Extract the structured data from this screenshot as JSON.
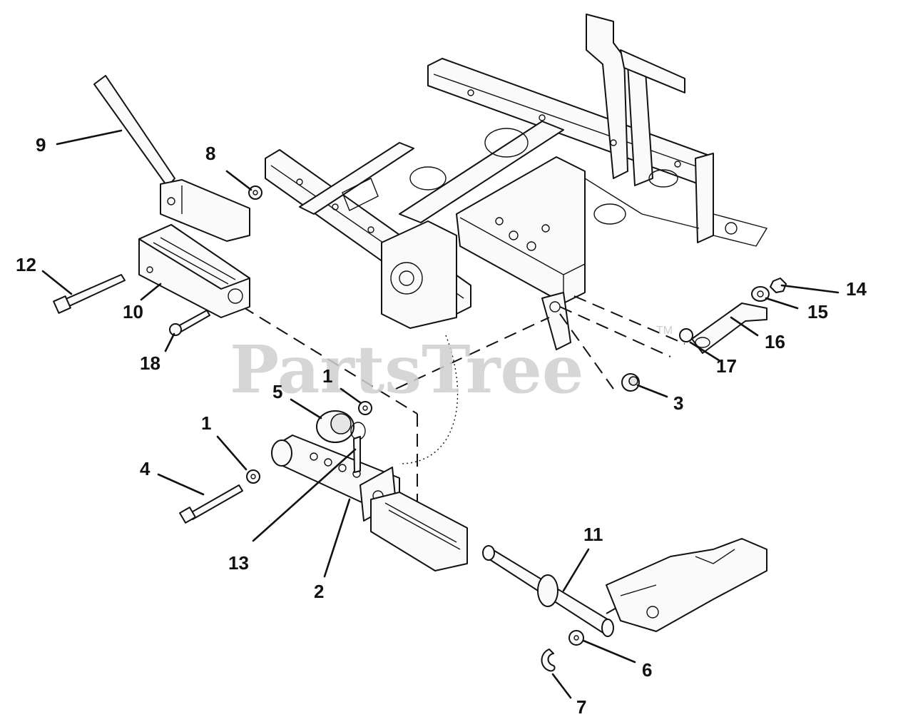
{
  "watermark": {
    "text": "PartsTree",
    "tm": "TM"
  },
  "callouts": [
    {
      "id": "9",
      "label": "9"
    },
    {
      "id": "8",
      "label": "8"
    },
    {
      "id": "12",
      "label": "12"
    },
    {
      "id": "10",
      "label": "10"
    },
    {
      "id": "18",
      "label": "18"
    },
    {
      "id": "1a",
      "label": "1"
    },
    {
      "id": "5",
      "label": "5"
    },
    {
      "id": "1b",
      "label": "1"
    },
    {
      "id": "4",
      "label": "4"
    },
    {
      "id": "13",
      "label": "13"
    },
    {
      "id": "2",
      "label": "2"
    },
    {
      "id": "11",
      "label": "11"
    },
    {
      "id": "6",
      "label": "6"
    },
    {
      "id": "7",
      "label": "7"
    },
    {
      "id": "3",
      "label": "3"
    },
    {
      "id": "17",
      "label": "17"
    },
    {
      "id": "16",
      "label": "16"
    },
    {
      "id": "15",
      "label": "15"
    },
    {
      "id": "14",
      "label": "14"
    }
  ]
}
